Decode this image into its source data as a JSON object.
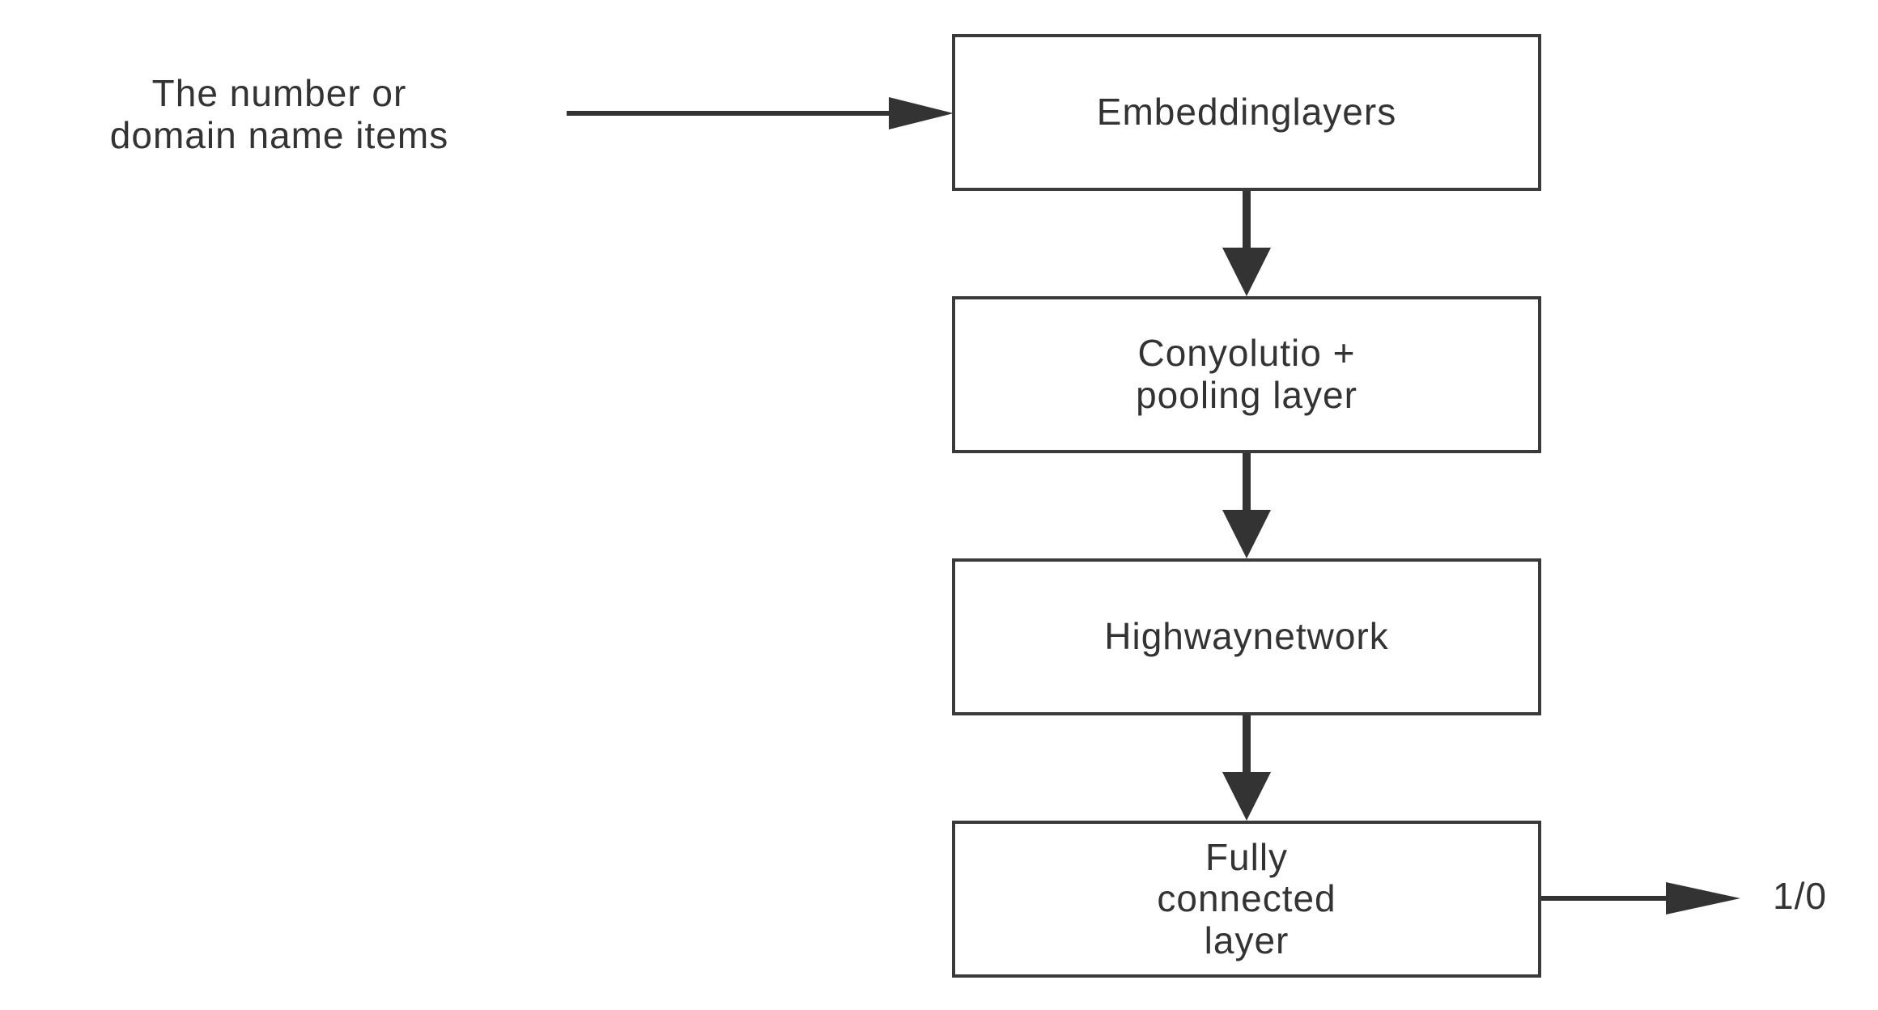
{
  "diagram": {
    "input_label": "The number or\ndomain name items",
    "output_label": "1/0",
    "nodes": [
      {
        "id": "embedding",
        "label": "Embeddinglayers"
      },
      {
        "id": "conv",
        "label": "Conyolutio +\npooling layer"
      },
      {
        "id": "highway",
        "label": "Highwaynetwork"
      },
      {
        "id": "fc",
        "label": "Fully\nconnected\nlayer"
      }
    ],
    "colors": {
      "stroke": "#3a3a3a",
      "text": "#333333",
      "background": "#ffffff"
    }
  }
}
